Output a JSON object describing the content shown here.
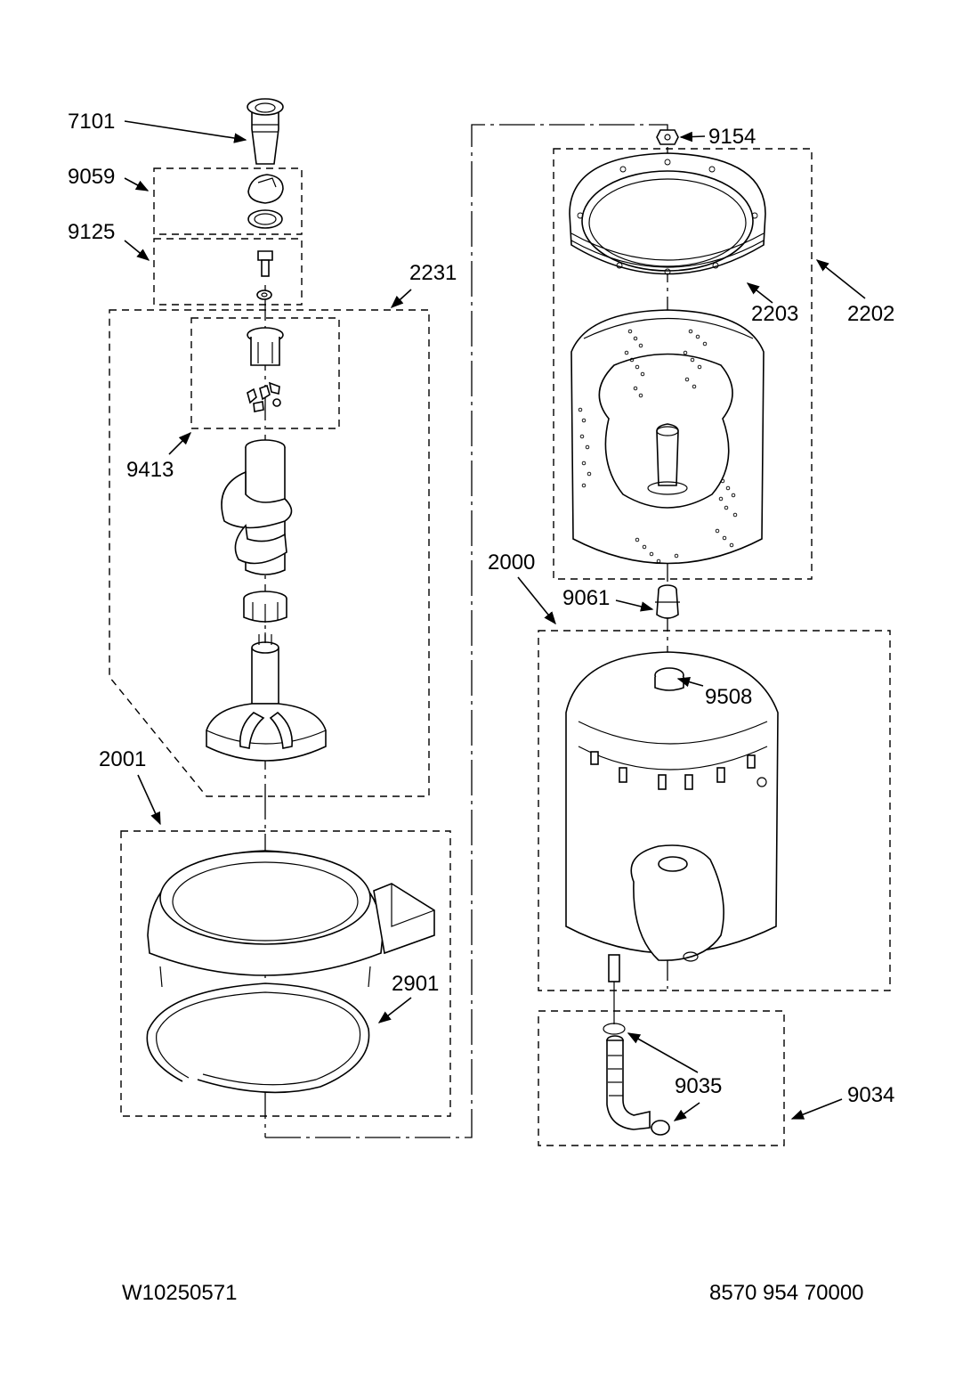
{
  "labels": {
    "p7101": "7101",
    "p9059": "9059",
    "p9125": "9125",
    "p2231": "2231",
    "p9413": "9413",
    "p2001": "2001",
    "p2901": "2901",
    "p9154": "9154",
    "p2203": "2203",
    "p2202": "2202",
    "p2000": "2000",
    "p9061": "9061",
    "p9508": "9508",
    "p9035": "9035",
    "p9034": "9034"
  },
  "footer": {
    "document_left": "W10250571",
    "document_right": "8570 954 70000"
  }
}
